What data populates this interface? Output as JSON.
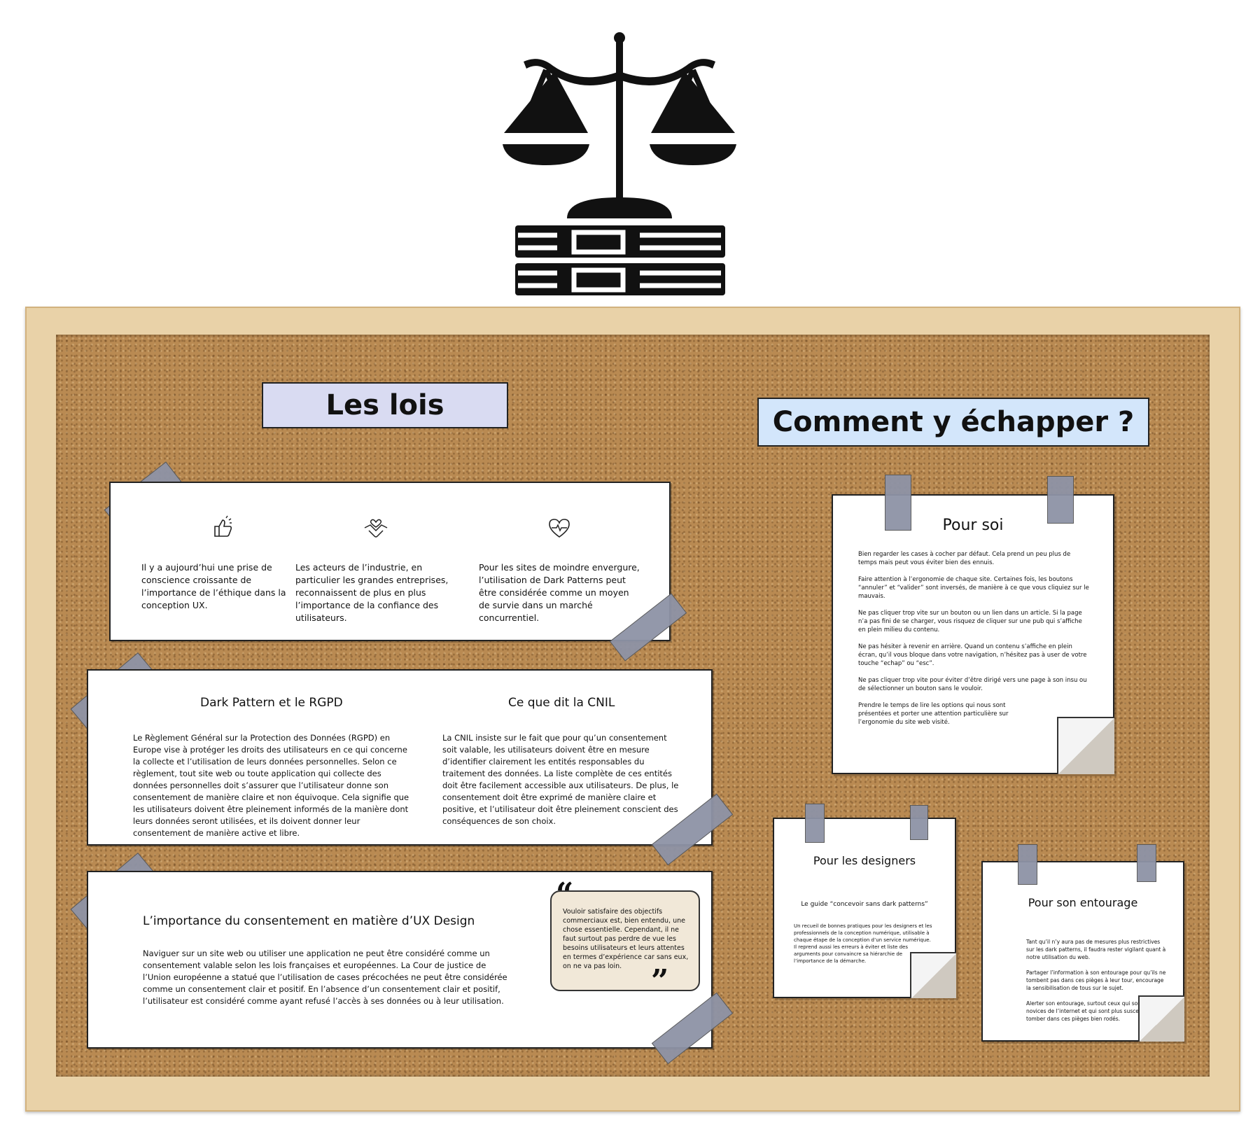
{
  "titles": {
    "lois": "Les lois",
    "echapper": "Comment y échapper ?"
  },
  "card1": {
    "items": [
      {
        "icon": "thumbs-up-icon",
        "text": "Il y a aujourd’hui une prise de conscience croissante de l’importance de l’éthique dans la conception UX."
      },
      {
        "icon": "handshake-heart-icon",
        "text": "Les acteurs de l’industrie, en particulier les grandes entreprises, reconnaissent de plus en plus l’importance de la confiance des utilisateurs."
      },
      {
        "icon": "heart-pulse-icon",
        "text": "Pour les sites de moindre envergure, l’utilisation de Dark Patterns peut être considérée comme un moyen de survie dans un marché concurrentiel."
      }
    ]
  },
  "card2": {
    "rgpd_title": "Dark Pattern et le RGPD",
    "rgpd_text": "Le Règlement Général sur la Protection des Données (RGPD) en Europe vise à protéger les droits des utilisateurs en ce qui concerne la collecte et l’utilisation de leurs données personnelles. Selon ce règlement, tout site web ou toute application qui collecte des données personnelles doit s’assurer que l’utilisateur donne son consentement de manière claire et non équivoque. Cela signifie que les utilisateurs doivent être pleinement informés de la manière dont leurs données seront utilisées, et ils doivent donner leur consentement de manière active et libre.",
    "cnil_title": "Ce que dit la CNIL",
    "cnil_text": "La CNIL insiste sur le fait que pour qu’un consentement soit valable, les utilisateurs doivent être en mesure d’identifier clairement les entités responsables du traitement des données. La liste complète de ces entités doit être facilement accessible aux utilisateurs. De plus, le consentement doit être exprimé de manière claire et positive, et l’utilisateur doit être pleinement conscient des conséquences de son choix."
  },
  "card3": {
    "title": "L’importance du consentement en matière d’UX Design",
    "text": "Naviguer sur un site web ou utiliser une application ne peut être considéré comme un consentement valable selon les lois françaises et européennes. La Cour de justice de l’Union européenne a statué que l’utilisation de cases précochées ne peut être considérée comme un consentement clair et positif. En l’absence d’un consentement clair et positif, l’utilisateur est considéré comme ayant refusé l’accès à ses données ou à leur utilisation.",
    "quote": "Vouloir satisfaire des objectifs commerciaux est, bien entendu, une chose essentielle. Cependant, il ne faut surtout pas perdre de vue les besoins utilisateurs et leurs attentes en termes d’expérience car sans eux, on ne va pas loin."
  },
  "note_soi": {
    "title": "Pour soi",
    "paragraphs": [
      "Bien regarder les cases à cocher par défaut. Cela prend un peu plus de temps mais peut vous éviter bien des ennuis.",
      "Faire attention à l’ergonomie de chaque site. Certaines fois, les boutons “annuler” et “valider” sont inversés, de manière à ce que vous cliquiez sur le mauvais.",
      "Ne pas cliquer trop vite sur un bouton ou un lien dans un article. Si la page n’a pas fini de se charger, vous risquez de cliquer sur une pub qui s’affiche en plein milieu du contenu.",
      "Ne pas hésiter à revenir en arrière. Quand un contenu s’affiche en plein écran, qu’il vous bloque dans votre navigation, n’hésitez pas à user de votre touche “echap” ou “esc”.",
      "Ne pas cliquer trop vite pour éviter d’être dirigé vers une page à son insu ou de sélectionner un bouton sans le vouloir.",
      "Prendre le temps de lire les options qui nous sont présentées et porter une attention particulière sur l’ergonomie du site web visité."
    ]
  },
  "note_designers": {
    "title": "Pour les designers",
    "subtitle": "Le guide “concevoir sans dark patterns”",
    "text": "Un recueil de bonnes pratiques pour les designers et les professionnels de la conception numérique, utilisable à chaque étape de la conception d’un service numérique. Il reprend aussi les erreurs à éviter et liste des arguments pour convaincre sa hiérarchie de l’importance de la démarche."
  },
  "note_entourage": {
    "title": "Pour son entourage",
    "paragraphs": [
      "Tant qu’il n’y aura pas de mesures plus restrictives sur les dark patterns, il faudra rester vigilant quant à notre utilisation du web.",
      "Partager l’information à son entourage pour qu’ils ne tombent pas dans ces pièges à leur tour, encourage la sensibilisation de tous sur le sujet.",
      "Alerter son entourage, surtout ceux qui sont des novices de l’internet et qui sont plus susceptibles de tomber dans ces pièges bien rodés."
    ]
  },
  "colors": {
    "ribbon_lois": "#d9dbf2",
    "ribbon_echapper": "#d3e6fb",
    "tape": "#8e93a6",
    "cork": "#b98a52",
    "frame": "#e9d2a8",
    "quote_bg": "#f1e8d8"
  },
  "icons": [
    "scale-justice-books-icon",
    "thumbs-up-icon",
    "handshake-heart-icon",
    "heart-pulse-icon",
    "quote-open-icon",
    "quote-close-icon"
  ]
}
